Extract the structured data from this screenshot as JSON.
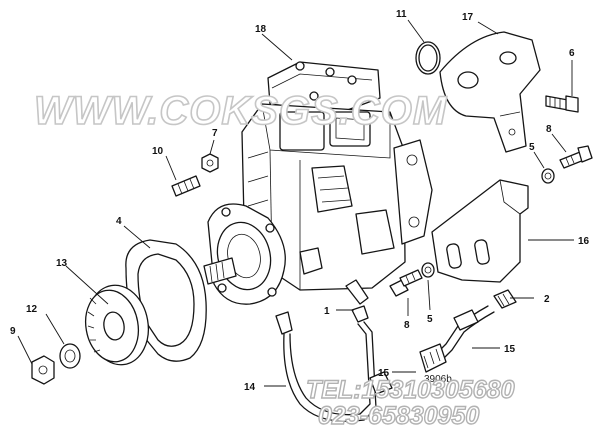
{
  "callouts": {
    "c1": "1",
    "c2": "2",
    "c4": "4",
    "c5a": "5",
    "c5b": "5",
    "c6": "6",
    "c7": "7",
    "c8a": "8",
    "c8b": "8",
    "c9": "9",
    "c10": "10",
    "c11": "11",
    "c12": "12",
    "c13": "13",
    "c14": "14",
    "c15a": "15",
    "c15b": "15",
    "c16": "16",
    "c17": "17",
    "c18": "18"
  },
  "part_code": "3906b",
  "watermark": {
    "url": "WWW.COKSGS.COM",
    "tel": "TEL:15310305680",
    "phone": "023-65830950"
  }
}
